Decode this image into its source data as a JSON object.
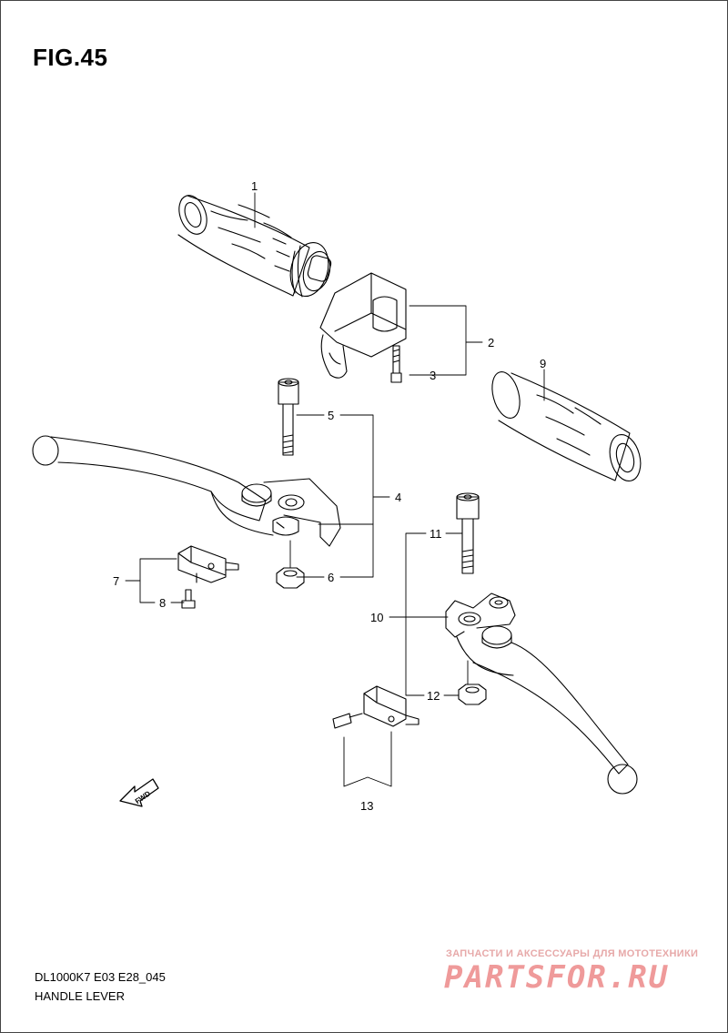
{
  "figure": {
    "title": "FIG.45",
    "model_code": "DL1000K7 E03 E28_045",
    "name": "HANDLE LEVER"
  },
  "callouts": [
    "1",
    "2",
    "3",
    "4",
    "5",
    "6",
    "7",
    "8",
    "9",
    "10",
    "11",
    "12",
    "13"
  ],
  "fwd_arrow_text": "FWD",
  "watermark": {
    "tagline": "ЗАПЧАСТИ И АКСЕССУАРЫ ДЛЯ МОТОТЕХНИКИ",
    "logo": "PARTSFOR.RU"
  },
  "colors": {
    "line": "#000000",
    "watermark": "#ef9a9a"
  }
}
